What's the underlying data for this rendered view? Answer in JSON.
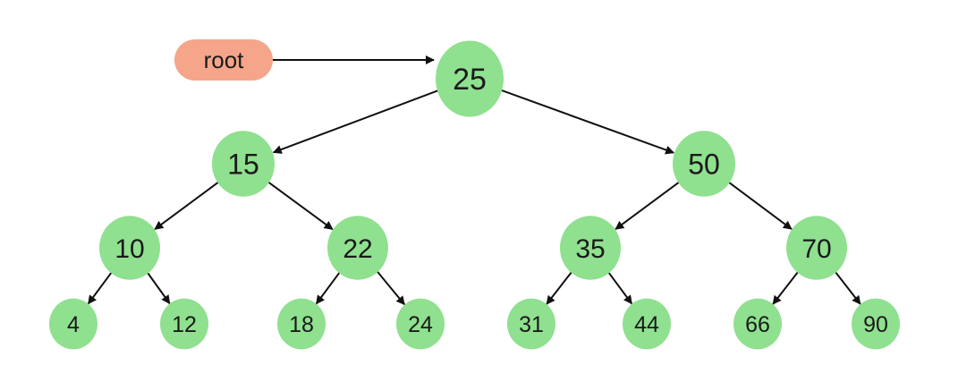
{
  "root_label": "root",
  "colors": {
    "node_fill": "#8fe08f",
    "root_fill": "#f5a58a",
    "edge": "#111111",
    "text": "#1a1a1a"
  },
  "tree": {
    "value": "25",
    "left": {
      "value": "15",
      "left": {
        "value": "10",
        "left": {
          "value": "4"
        },
        "right": {
          "value": "12"
        }
      },
      "right": {
        "value": "22",
        "left": {
          "value": "18"
        },
        "right": {
          "value": "24"
        }
      }
    },
    "right": {
      "value": "50",
      "left": {
        "value": "35",
        "left": {
          "value": "31"
        },
        "right": {
          "value": "44"
        }
      },
      "right": {
        "value": "70",
        "left": {
          "value": "66"
        },
        "right": {
          "value": "90"
        }
      }
    }
  }
}
